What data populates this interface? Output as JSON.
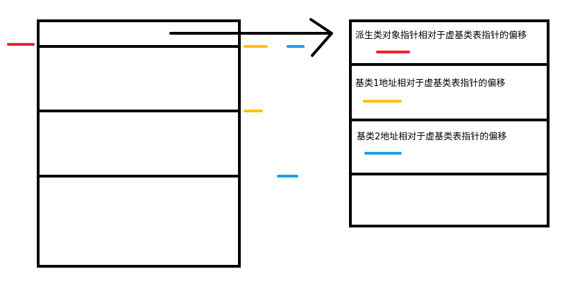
{
  "colors": {
    "line": "#000000",
    "red": "#e8202a",
    "yellow": "#ffc20e",
    "blue": "#17a2e8",
    "background": "#ffffff"
  },
  "vbtable_labels": [
    "派生类对象指针相对于虚基类表指针的偏移",
    "基类1地址相对于虚基类表指针的偏移",
    "基类2地址相对于虚基类表指针的偏移"
  ]
}
